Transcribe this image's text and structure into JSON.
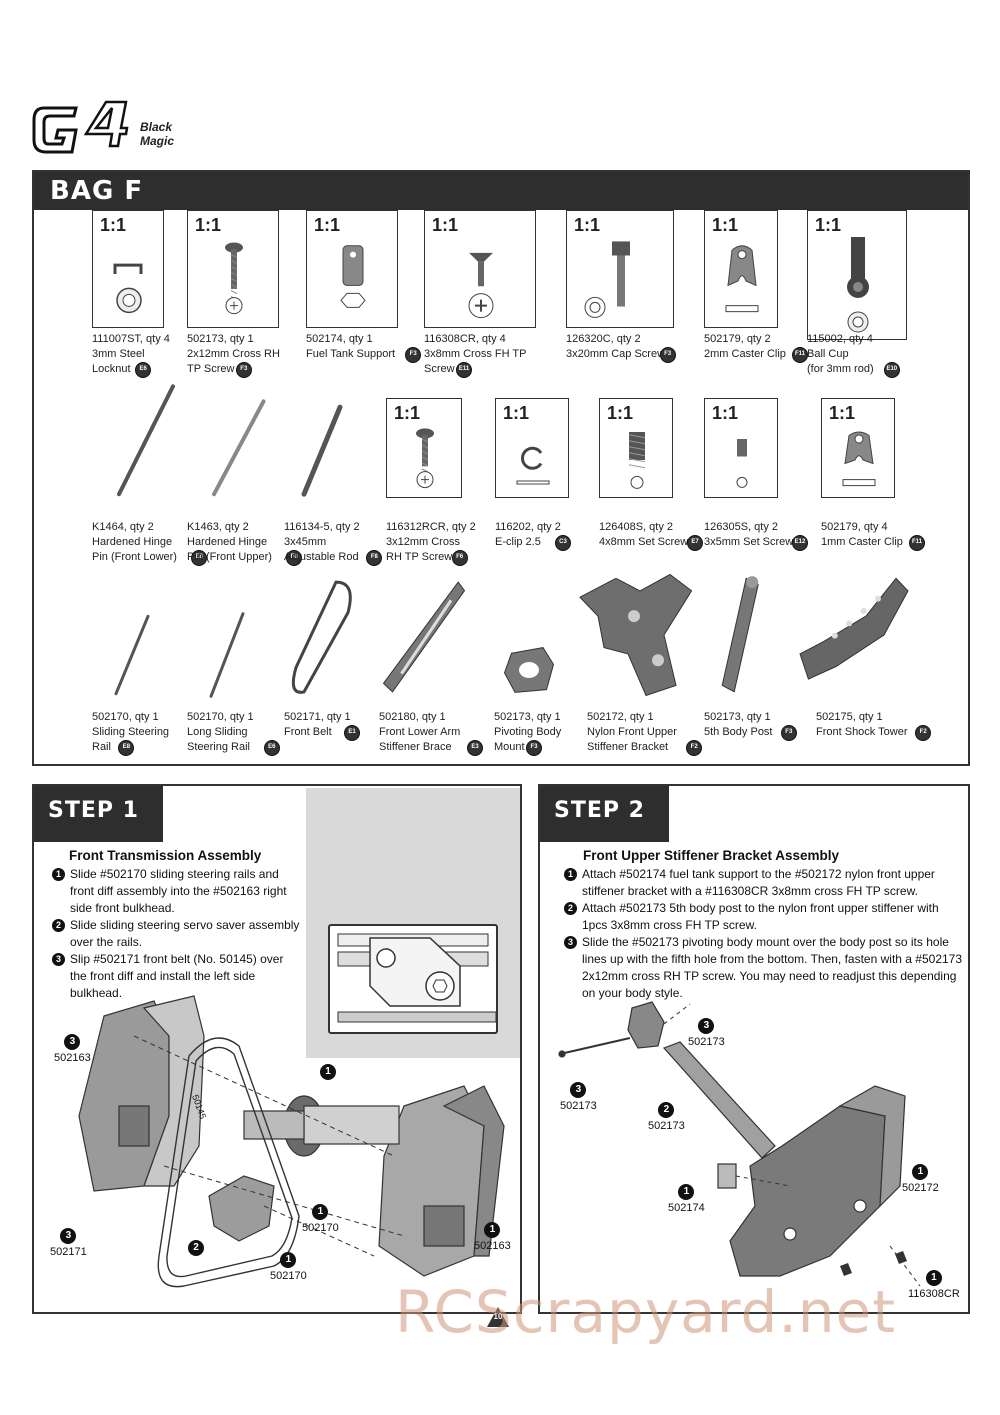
{
  "logo": {
    "brand": "G4",
    "tagline": "Black Magic"
  },
  "bag": {
    "title": "BAG F",
    "scale_label": "1:1",
    "parts": [
      {
        "caption": "111007ST, qty 4\n3mm Steel\nLocknut",
        "badge": "E6",
        "scaled": true,
        "icon": "locknut-icon"
      },
      {
        "caption": "502173, qty 1\n2x12mm Cross RH\nTP Screw",
        "badge": "F3",
        "scaled": true,
        "icon": "round-head-screw-icon"
      },
      {
        "caption": "502174, qty 1\nFuel Tank Support",
        "badge": "F3",
        "scaled": true,
        "icon": "fuel-tank-support-icon"
      },
      {
        "caption": "116308CR, qty 4\n3x8mm Cross FH TP\nScrew",
        "badge": "E11",
        "scaled": true,
        "icon": "flat-head-screw-icon"
      },
      {
        "caption": "126320C, qty 2\n3x20mm Cap Screw",
        "badge": "F3",
        "scaled": true,
        "icon": "cap-screw-icon"
      },
      {
        "caption": "502179, qty 2\n2mm Caster Clip",
        "badge": "F11",
        "scaled": true,
        "icon": "caster-clip-icon"
      },
      {
        "caption": "115002, qty 4\nBall Cup\n(for 3mm rod)",
        "badge": "E10",
        "scaled": true,
        "icon": "ball-cup-icon"
      },
      {
        "caption": "K1464, qty 2\nHardened Hinge\nPin (Front Lower)",
        "badge": "E8",
        "scaled": false,
        "icon": "hinge-pin-icon"
      },
      {
        "caption": "K1463, qty 2\nHardened Hinge\nPin (Front Upper)",
        "badge": "F8",
        "scaled": false,
        "icon": "hinge-pin-short-icon"
      },
      {
        "caption": "116134-5, qty 2\n3x45mm\nAdjustable Rod",
        "badge": "F8",
        "scaled": false,
        "icon": "adjustable-rod-icon"
      },
      {
        "caption": "116312RCR, qty 2\n3x12mm Cross\nRH TP Screw",
        "badge": "F6",
        "scaled": true,
        "icon": "round-head-screw-icon"
      },
      {
        "caption": "116202, qty 2\nE-clip 2.5",
        "badge": "C3",
        "scaled": true,
        "icon": "e-clip-icon"
      },
      {
        "caption": "126408S, qty 2\n4x8mm Set Screw",
        "badge": "E7",
        "scaled": true,
        "icon": "set-screw-icon"
      },
      {
        "caption": "126305S, qty 2\n3x5mm Set Screw",
        "badge": "E12",
        "scaled": true,
        "icon": "set-screw-small-icon"
      },
      {
        "caption": "502179, qty 4\n1mm Caster Clip",
        "badge": "F11",
        "scaled": true,
        "icon": "caster-clip-icon"
      },
      {
        "caption": "502170, qty 1\nSliding Steering\nRail",
        "badge": "E8",
        "scaled": false,
        "icon": "steering-rail-icon"
      },
      {
        "caption": "502170, qty 1\nLong Sliding\nSteering Rail",
        "badge": "E6",
        "scaled": false,
        "icon": "long-steering-rail-icon"
      },
      {
        "caption": "502171, qty 1\nFront Belt",
        "badge": "E1",
        "scaled": false,
        "icon": "front-belt-icon"
      },
      {
        "caption": "502180, qty 1\nFront Lower Arm\nStiffener Brace",
        "badge": "E3",
        "scaled": false,
        "icon": "stiffener-brace-icon"
      },
      {
        "caption": "502173, qty 1\nPivoting Body\nMount",
        "badge": "F3",
        "scaled": false,
        "icon": "pivoting-body-mount-icon"
      },
      {
        "caption": "502172, qty 1\nNylon Front Upper\nStiffener Bracket",
        "badge": "F2",
        "scaled": false,
        "icon": "stiffener-bracket-icon"
      },
      {
        "caption": "502173, qty 1\n5th Body Post",
        "badge": "F3",
        "scaled": false,
        "icon": "body-post-icon"
      },
      {
        "caption": "502175, qty 1\nFront Shock Tower",
        "badge": "F2",
        "scaled": false,
        "icon": "shock-tower-icon"
      }
    ]
  },
  "step1": {
    "title": "STEP 1",
    "heading": "Front Transmission Assembly",
    "steps": [
      {
        "n": "1",
        "text": "Slide #502170 sliding steering rails and front diff assembly into the #502163 right side front bulkhead."
      },
      {
        "n": "2",
        "text": "Slide sliding steering servo saver assembly over the rails."
      },
      {
        "n": "3",
        "text": "Slip #502171 front belt (No. 50145) over the front diff and install the left side bulkhead."
      }
    ],
    "belt_label": "50145",
    "callouts": [
      {
        "n": "3",
        "label": "502163"
      },
      {
        "n": "1",
        "label": ""
      },
      {
        "n": "1",
        "label": "502170"
      },
      {
        "n": "1",
        "label": "502163"
      },
      {
        "n": "3",
        "label": "502171"
      },
      {
        "n": "2",
        "label": ""
      },
      {
        "n": "1",
        "label": "502170"
      }
    ]
  },
  "step2": {
    "title": "STEP 2",
    "heading": "Front Upper Stiffener Bracket Assembly",
    "steps": [
      {
        "n": "1",
        "text": "Attach #502174 fuel tank support to the #502172 nylon front upper stiffener bracket with a #116308CR 3x8mm cross FH TP screw."
      },
      {
        "n": "2",
        "text": "Attach #502173 5th body post to the nylon front upper stiffener with 1pcs 3x8mm cross FH TP screw."
      },
      {
        "n": "3",
        "text": "Slide the #502173 pivoting body mount over the body post so its hole lines up with the fifth hole from the bottom. Then, fasten with a #502173 2x12mm cross RH TP screw. You may need to readjust this depending on your body style."
      }
    ],
    "callouts": [
      {
        "n": "3",
        "label": "502173"
      },
      {
        "n": "3",
        "label": "502173"
      },
      {
        "n": "2",
        "label": "502173"
      },
      {
        "n": "1",
        "label": "502172"
      },
      {
        "n": "1",
        "label": "502174"
      },
      {
        "n": "1",
        "label": "116308CR"
      }
    ]
  },
  "page_number": "10",
  "watermark": "RCScrapyard.net",
  "colors": {
    "header_bg": "#2e2e2e",
    "panel_border": "#333333",
    "gray_panel": "#d9d9d9",
    "watermark": "#cd9678"
  }
}
